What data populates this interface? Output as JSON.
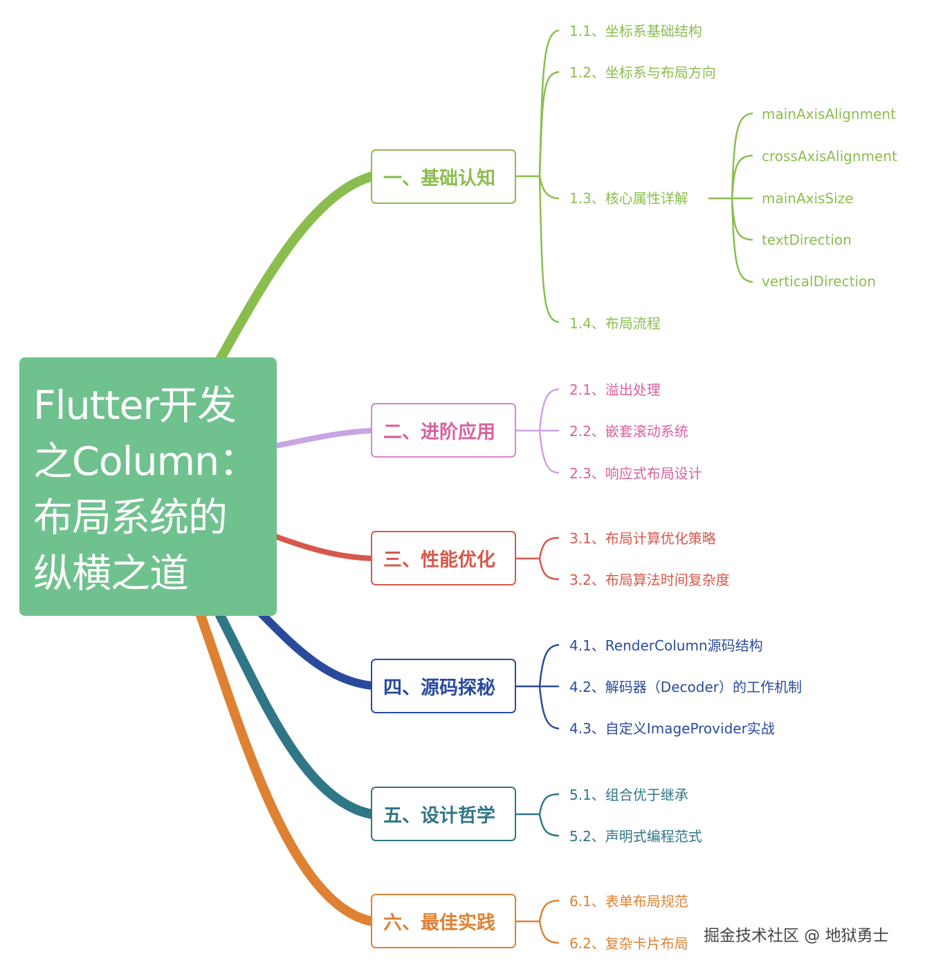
{
  "colors": {
    "root": "#6fc18e",
    "b1": "#8bbd4e",
    "b2": "#d983cf",
    "b2_lines": "#c9a4e4",
    "b3": "#d7574a",
    "b4": "#2a4a9c",
    "b5": "#2f7686",
    "b6": "#df8132",
    "background": "#ffffff"
  },
  "root": {
    "lines": [
      "Flutter开发",
      "之Column：",
      "布局系统的",
      "纵横之道"
    ]
  },
  "branches": [
    {
      "label": "一、基础认知",
      "children": [
        {
          "label": "1.1、坐标系基础结构"
        },
        {
          "label": "1.2、坐标系与布局方向"
        },
        {
          "label": "1.3、核心属性详解",
          "children": [
            "mainAxisAlignment",
            "crossAxisAlignment",
            "mainAxisSize",
            "textDirection",
            "verticalDirection"
          ]
        },
        {
          "label": "1.4、布局流程"
        }
      ]
    },
    {
      "label": "二、进阶应用",
      "children": [
        {
          "label": "2.1、溢出处理"
        },
        {
          "label": "2.2、嵌套滚动系统"
        },
        {
          "label": "2.3、响应式布局设计"
        }
      ]
    },
    {
      "label": "三、性能优化",
      "children": [
        {
          "label": "3.1、布局计算优化策略"
        },
        {
          "label": "3.2、布局算法时间复杂度"
        }
      ]
    },
    {
      "label": "四、源码探秘",
      "children": [
        {
          "label": "4.1、RenderColumn源码结构"
        },
        {
          "label": "4.2、解码器（Decoder）的工作机制"
        },
        {
          "label": "4.3、自定义ImageProvider实战"
        }
      ]
    },
    {
      "label": "五、设计哲学",
      "children": [
        {
          "label": "5.1、组合优于继承"
        },
        {
          "label": "5.2、声明式编程范式"
        }
      ]
    },
    {
      "label": "六、最佳实践",
      "children": [
        {
          "label": "6.1、表单布局规范"
        },
        {
          "label": "6.2、复杂卡片布局"
        }
      ]
    }
  ],
  "watermark": "掘金技术社区 @ 地狱勇士"
}
